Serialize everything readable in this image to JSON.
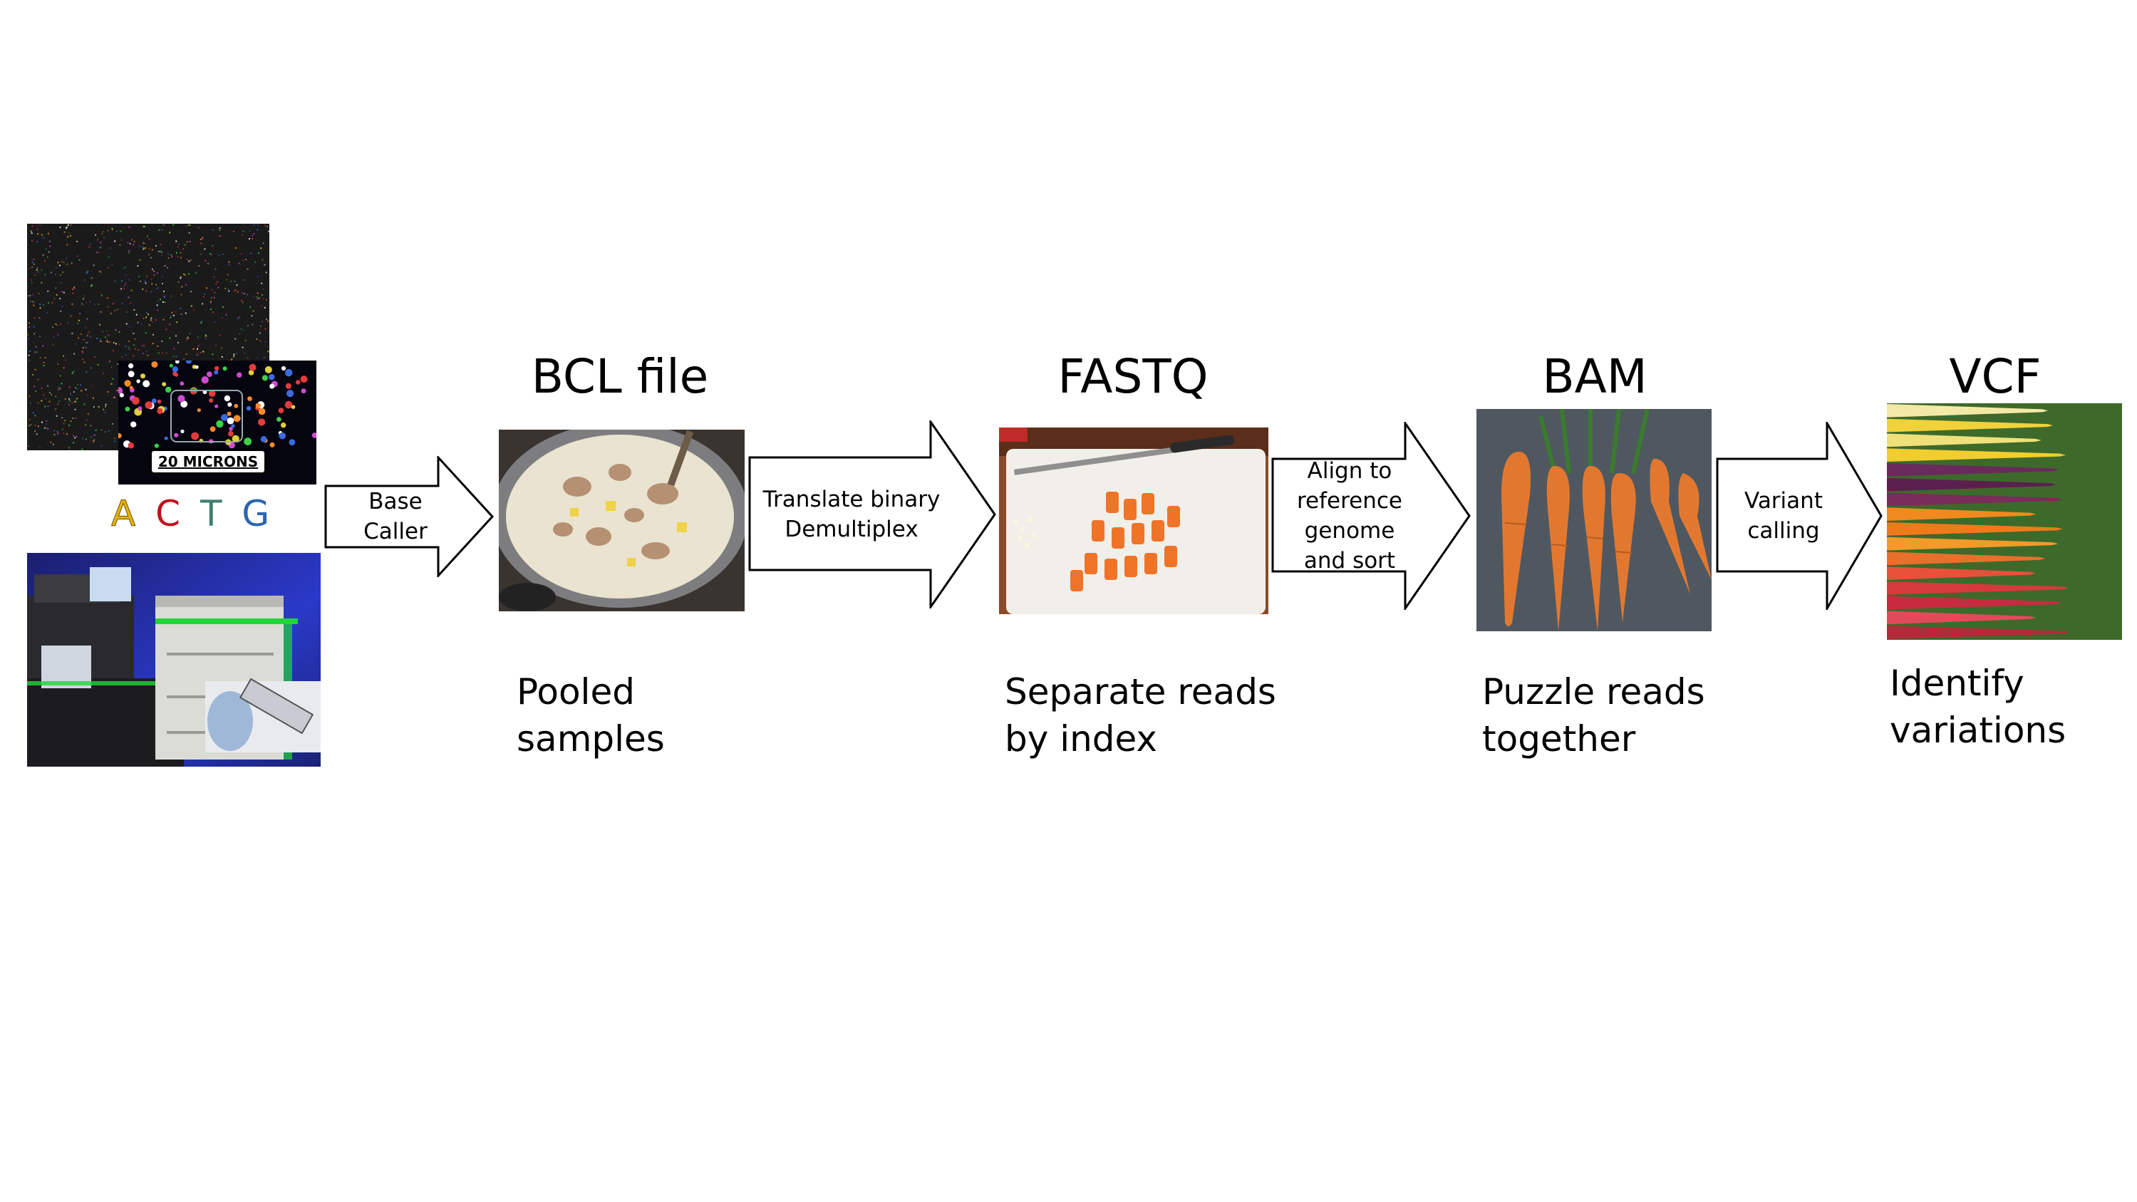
{
  "input": {
    "microns_label": "20 MICRONS",
    "bases": [
      {
        "letter": "A",
        "color": "#e8b30b"
      },
      {
        "letter": "C",
        "color": "#c1121f"
      },
      {
        "letter": "T",
        "color": "#3f7f6f"
      },
      {
        "letter": "G",
        "color": "#2b64b0"
      }
    ]
  },
  "stages": [
    {
      "title": "BCL file",
      "caption_lines": [
        "Pooled",
        "samples"
      ],
      "image": "stew-pot"
    },
    {
      "title": "FASTQ",
      "caption_lines": [
        "Separate reads",
        "by index"
      ],
      "image": "chopped-carrots"
    },
    {
      "title": "BAM",
      "caption_lines": [
        "Puzzle reads",
        "together"
      ],
      "image": "carrot-bunch"
    },
    {
      "title": "VCF",
      "caption_lines": [
        "Identify",
        "variations"
      ],
      "image": "rainbow-carrots"
    }
  ],
  "arrows": [
    {
      "lines": [
        "Base",
        "Caller"
      ]
    },
    {
      "lines": [
        "Translate binary",
        "Demultiplex"
      ]
    },
    {
      "lines": [
        "Align to",
        "reference",
        "genome",
        "and sort"
      ]
    },
    {
      "lines": [
        "Variant",
        "calling"
      ]
    }
  ],
  "colors": {
    "arrow_stroke": "#000000",
    "arrow_fill": "#ffffff",
    "sequencer_glow": "#22d63a",
    "room_blue": "#2330b8"
  }
}
